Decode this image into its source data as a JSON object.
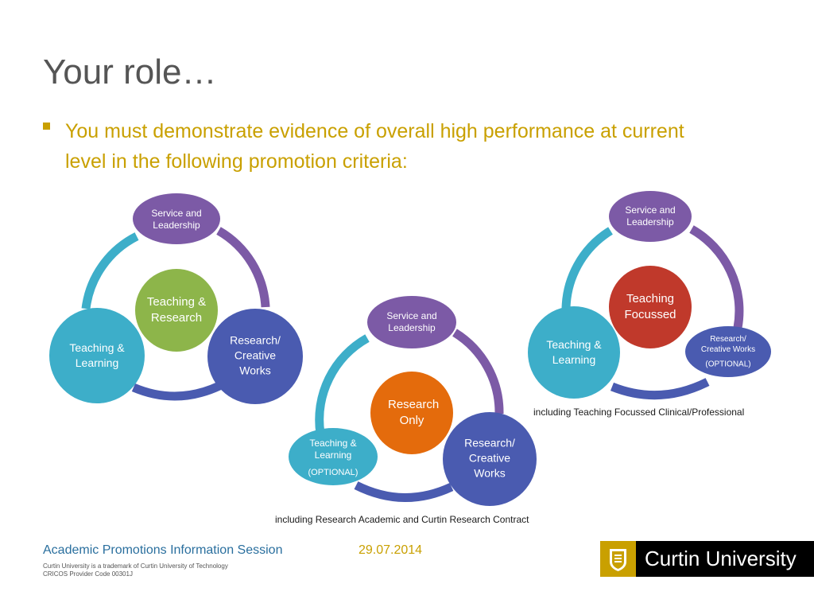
{
  "slide": {
    "title": "Your role…",
    "bullet": "You must demonstrate evidence of overall high performance at current level in the following promotion criteria:"
  },
  "colors": {
    "purple": "#7c5aa6",
    "teal": "#3daec9",
    "navy": "#4a5bb0",
    "green": "#8db54a",
    "orange": "#e46b0c",
    "red": "#c0392b",
    "gold": "#c9a000"
  },
  "diagram_left": {
    "top": "Service and Leadership",
    "left": "Teaching & Learning",
    "right": "Research/ Creative Works",
    "center": "Teaching & Research"
  },
  "diagram_middle": {
    "top": "Service and Leadership",
    "left": "Teaching & Learning",
    "left_optional": "(OPTIONAL)",
    "right": "Research/ Creative Works",
    "center": "Research Only",
    "caption": "including Research Academic and Curtin Research Contract"
  },
  "diagram_right": {
    "top": "Service and Leadership",
    "left": "Teaching & Learning",
    "right": "Research/ Creative Works",
    "right_optional": "(OPTIONAL)",
    "center": "Teaching Focussed",
    "caption": "including Teaching Focussed Clinical/Professional"
  },
  "footer": {
    "session": "Academic Promotions Information Session",
    "date": "29.07.2014",
    "trademark": "Curtin University is a trademark of Curtin University of Technology",
    "cricos": "CRICOS Provider Code 00301J",
    "logo_text": "Curtin University",
    "logo_icon": "curtin-shield-icon"
  }
}
